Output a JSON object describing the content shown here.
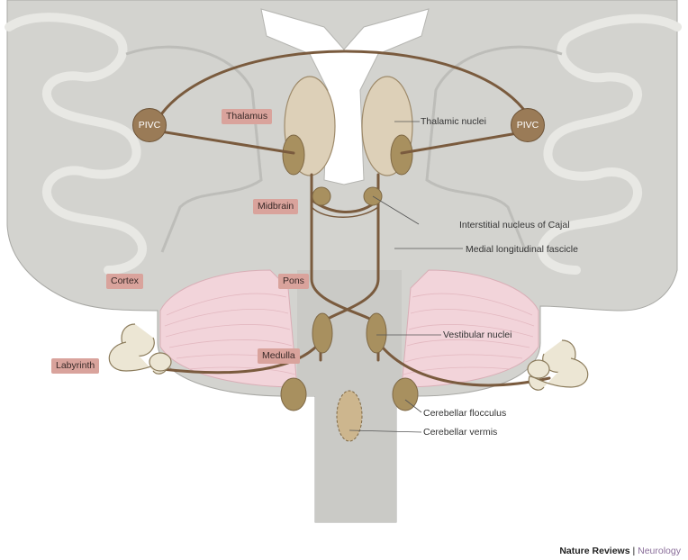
{
  "labels": {
    "thalamus": "Thalamus",
    "midbrain": "Midbrain",
    "pons": "Pons",
    "medulla": "Medulla",
    "cortex": "Cortex",
    "labyrinth": "Labyrinth",
    "pivc": "PIVC",
    "thalamic_nuclei": "Thalamic nuclei",
    "interstitial_nucleus": "Interstitial nucleus of Cajal",
    "mlf": "Medial longitudinal fascicle",
    "vestibular_nuclei": "Vestibular nuclei",
    "cerebellar_flocculus": "Cerebellar flocculus",
    "cerebellar_vermis": "Cerebellar vermis"
  },
  "credit": {
    "publisher": "Nature Reviews",
    "separator": "|",
    "journal": "Neurology"
  },
  "colors": {
    "tissue": "#c8c8c4",
    "tissue_light": "#d6d6d2",
    "pathway": "#7a5b3e",
    "nucleus": "#b8a07a",
    "cerebellum": "#f2d4da",
    "tag": "#d9a39c"
  }
}
